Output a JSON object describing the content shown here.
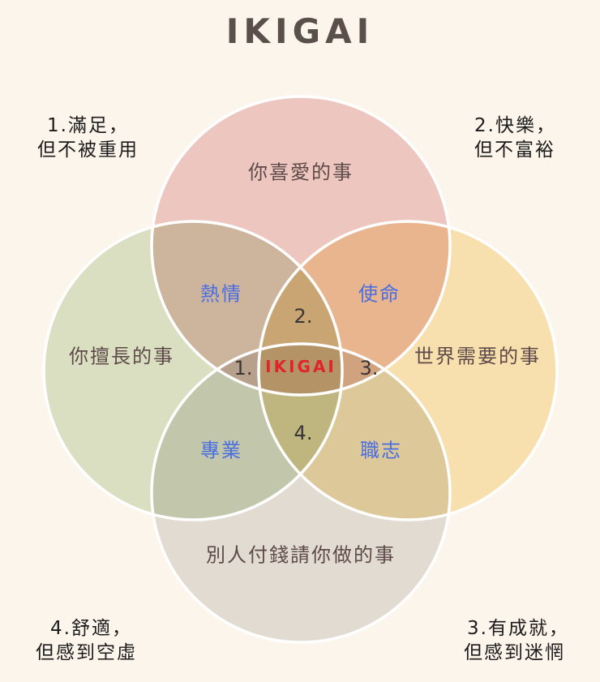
{
  "title": "IKIGAI",
  "circles": [
    {
      "id": "love",
      "label": "你喜愛的事",
      "color": "#f0cfcf"
    },
    {
      "id": "good",
      "label": "你擅長的事",
      "color": "#dde8d2"
    },
    {
      "id": "need",
      "label": "世界需要的事",
      "color": "#fbe9bc"
    },
    {
      "id": "paid",
      "label": "別人付錢請你做的事",
      "color": "#dde0e2"
    }
  ],
  "overlaps": {
    "passion": "熱情",
    "mission": "使命",
    "profession": "專業",
    "vocation": "職志"
  },
  "numbers": {
    "n1": "1.",
    "n2": "2.",
    "n3": "3.",
    "n4": "4."
  },
  "center": "IKIGAI",
  "corners": {
    "top_left": {
      "line1": "1.滿足，",
      "line2": "但不被重用"
    },
    "top_right": {
      "line1": "2.快樂，",
      "line2": "但不富裕"
    },
    "bottom_left": {
      "line1": "4.舒適，",
      "line2": "但感到空虛"
    },
    "bottom_right": {
      "line1": "3.有成就，",
      "line2": "但感到迷惘"
    }
  },
  "colors": {
    "background": "#fcf5ec",
    "overlap_label": "#4a6ee0",
    "center_label": "#e0242c",
    "stroke": "#ffffff"
  }
}
